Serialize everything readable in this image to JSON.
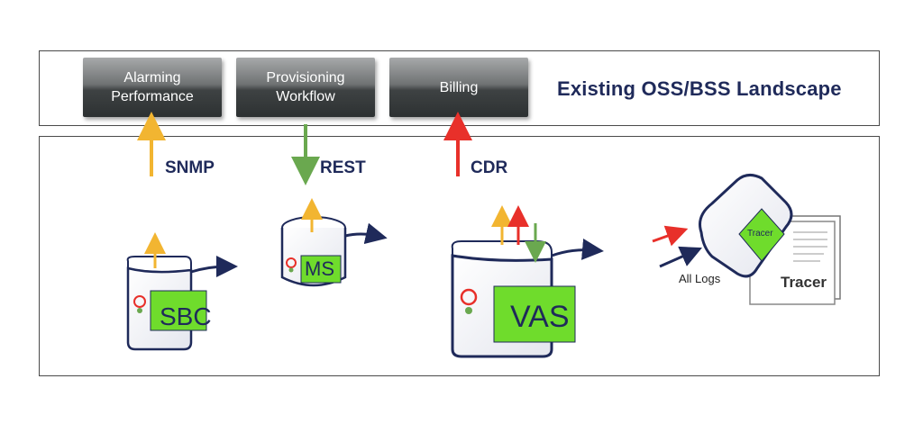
{
  "landscape": {
    "title": "Existing OSS/BSS Landscape",
    "systems": [
      {
        "label": "Alarming\nPerformance"
      },
      {
        "label": "Provisioning\nWorkflow"
      },
      {
        "label": "Billing"
      }
    ]
  },
  "interfaces": {
    "snmp": "SNMP",
    "rest": "REST",
    "cdr": "CDR"
  },
  "nodes": {
    "sbc": "SBC",
    "ms": "MS",
    "vas": "VAS"
  },
  "tracer": {
    "diamond_label": "Tracer",
    "doc_label": "Tracer",
    "input_label": "All Logs"
  },
  "colors": {
    "snmp_arrow": "#f2b531",
    "rest_arrow": "#6aa84f",
    "cdr_arrow": "#e8302a",
    "flow_arrow": "#1f2a5a",
    "node_label_bg": "#6fdc2c"
  }
}
